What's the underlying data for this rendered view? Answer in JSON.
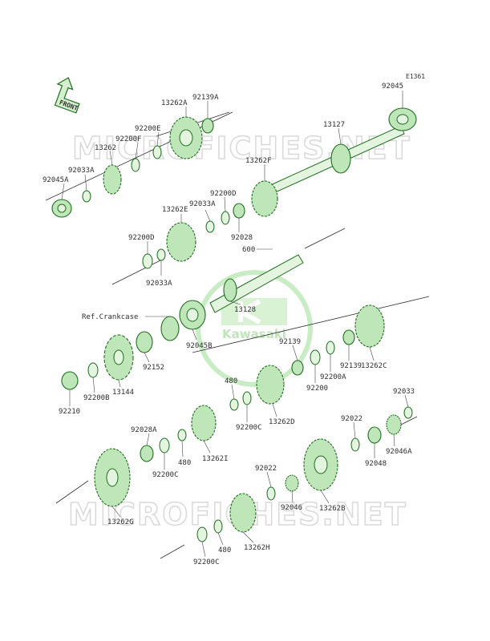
{
  "diagram_code": "E1361",
  "front_label": "FRONT",
  "watermark": "MICROFICHES.NET",
  "watermark_bottom": "MICROFICHES.NET",
  "logo_text": "Kawasaki",
  "ref_label": "Ref.Crankcase",
  "part_labels": {
    "p92045": "92045",
    "p13127": "13127",
    "p13262A": "13262A",
    "p92139A": "92139A",
    "p92200E": "92200E",
    "p92200F": "92200F",
    "p13262": "13262",
    "p92033A_1": "92033A",
    "p92045A": "92045A",
    "p13262F": "13262F",
    "p92200D_1": "92200D",
    "p92033A_2": "92033A",
    "p13262E": "13262E",
    "p92028": "92028",
    "p600": "600",
    "p92200D_2": "92200D",
    "p92033A_3": "92033A",
    "p13128": "13128",
    "p92045B": "92045B",
    "p92139": "92139",
    "p92139_2": "92139",
    "p13262C": "13262C",
    "p92200A": "92200A",
    "p92200": "92200",
    "p92152": "92152",
    "p13144": "13144",
    "p92200B": "92200B",
    "p92210": "92210",
    "p480_1": "480",
    "p92200C_1": "92200C",
    "p13262D": "13262D",
    "p92033": "92033",
    "p92022_1": "92022",
    "p92046A": "92046A",
    "p92048": "92048",
    "p92028A": "92028A",
    "p92200C_2": "92200C",
    "p480_2": "480",
    "p13262I": "13262I",
    "p92022_2": "92022",
    "p92046": "92046",
    "p13262B": "13262B",
    "p13262G": "13262G",
    "p480_3": "480",
    "p92200C_3": "92200C",
    "p13262H": "13262H"
  }
}
